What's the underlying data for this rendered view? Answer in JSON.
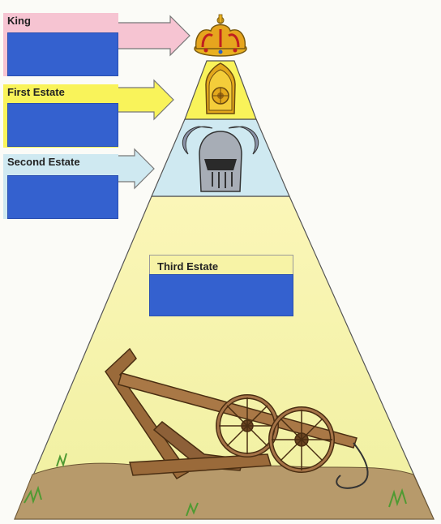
{
  "diagram": {
    "levels": [
      {
        "id": "king",
        "label": "King",
        "color": "#f6c4d2"
      },
      {
        "id": "first-estate",
        "label": "First Estate",
        "color": "#f9f35a"
      },
      {
        "id": "second-estate",
        "label": "Second Estate",
        "color": "#cfe9f1"
      },
      {
        "id": "third-estate",
        "label": "Third Estate",
        "color": "#fbf7a8"
      }
    ],
    "cover_color": "#3461cf",
    "icons": [
      "crown-icon",
      "mitre-icon",
      "knight-helmet-icon",
      "plough-icon"
    ]
  }
}
